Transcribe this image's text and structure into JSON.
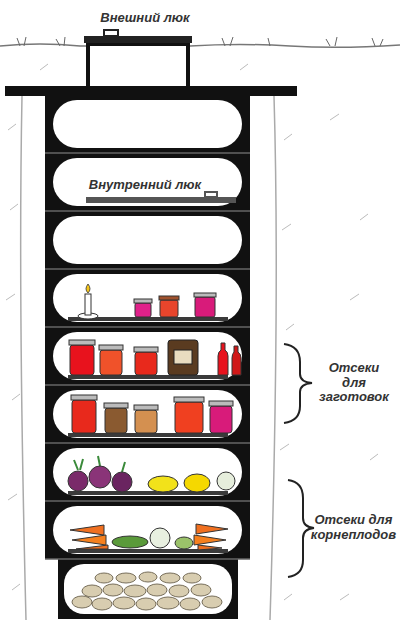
{
  "diagram": {
    "labels": [
      "Внешний люк",
      "Внутренний люк",
      "Отсеки для заготовок",
      "Отсеки для корнеплодов"
    ]
  }
}
